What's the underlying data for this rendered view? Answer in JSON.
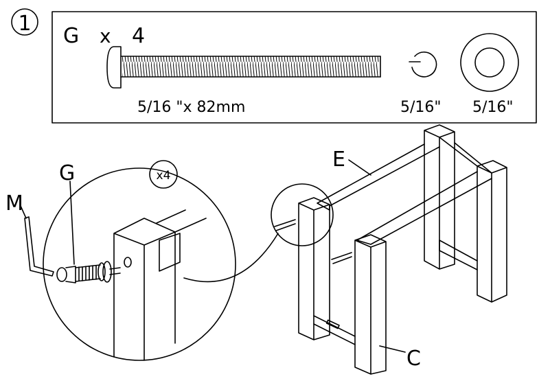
{
  "step": {
    "number": "1"
  },
  "parts_box": {
    "part_label": "G",
    "multiplier": "x",
    "quantity": "4",
    "bolt_size": "5/16 \"x 82mm",
    "lock_washer_size": "5/16\"",
    "flat_washer_size": "5/16\""
  },
  "detail": {
    "count_badge": "x4",
    "bolt_label": "G",
    "wrench_label": "M"
  },
  "assembly": {
    "top_rail_label": "E",
    "leg_label": "C"
  },
  "colors": {
    "line": "#000000",
    "background": "#ffffff"
  }
}
